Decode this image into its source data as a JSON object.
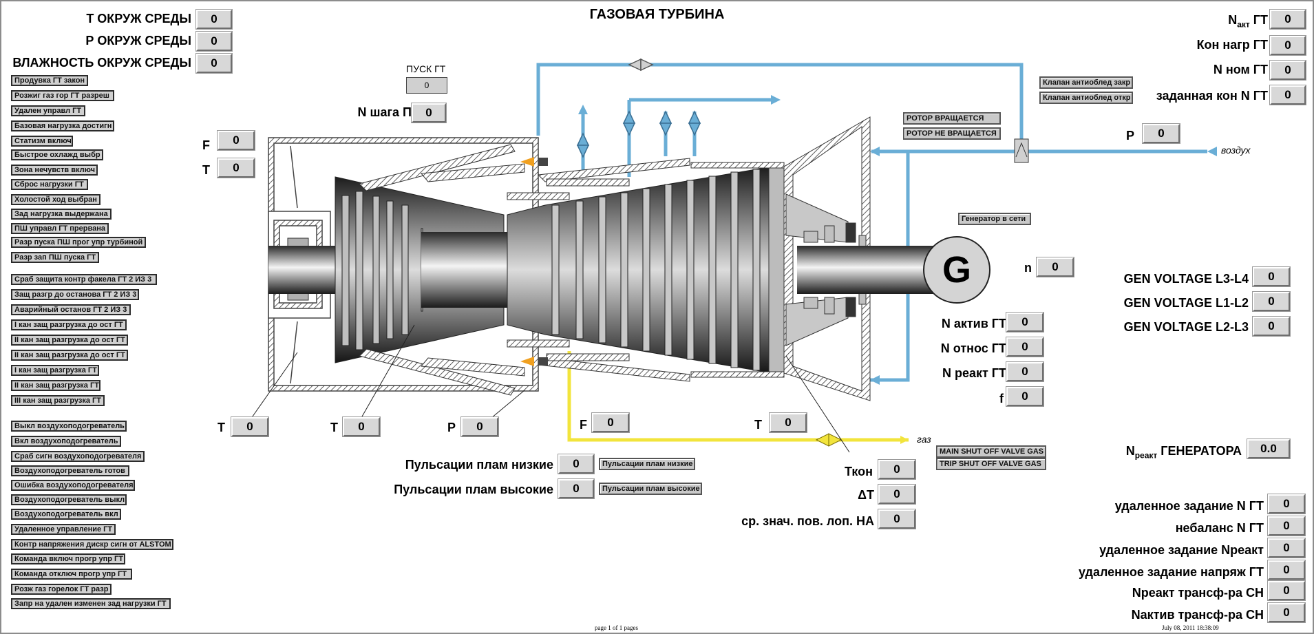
{
  "title": "ГАЗОВАЯ ТУРБИНА",
  "ambient": [
    {
      "label": "Т ОКРУЖ СРЕДЫ",
      "value": "0"
    },
    {
      "label": "Р ОКРУЖ СРЕДЫ",
      "value": "0"
    },
    {
      "label": "ВЛАЖНОСТЬ ОКРУЖ СРЕДЫ",
      "value": "0"
    }
  ],
  "status_group1": [
    "Продувка ГТ закон",
    "Розжиг газ гор  ГТ разреш",
    "Удален управл ГТ",
    "Базовая нагрузка достигн",
    "Статизм включ",
    "Быстрое охлажд выбр",
    "Зона нечувств включ",
    "Сброс нагрузки ГТ",
    "Холостой ход выбран",
    "Зад нагрузка выдержана",
    "ПШ управл ГТ прервана",
    "Разр пуска ПШ прог упр турбиной",
    "Разр зап ПШ пуска ГТ"
  ],
  "status_group2": [
    "Сраб защита контр факела ГТ 2 ИЗ 3",
    "Защ разгр до останова ГТ 2 ИЗ 3",
    "Аварийный останов ГТ 2 ИЗ 3",
    "I кан защ разгрузка до ост ГТ",
    "II кан защ разгрузка до ост ГТ",
    "II кан защ разгрузка до ост ГТ",
    "I кан защ разгрузка ГТ",
    "II кан защ разгрузка ГТ",
    "III кан защ разгрузка ГТ"
  ],
  "status_group3": [
    "Выкл воздухоподогреватель",
    "Вкл воздухоподогреватель",
    "Сраб сигн воздухоподогревателя",
    "Воздухоподогреватель готов",
    "Ошибка воздухоподогревателя",
    "Воздухоподогреватель выкл",
    "Воздухоподогреватель вкл",
    "Удаленное управление ГТ",
    "Контр напряжения дискр сигн от ALSTOM",
    "Команда включ прогр упр ГТ",
    "Команда  отключ прогр упр ГТ",
    "Розж газ горелок ГТ разр",
    "Запр на удален изменен зад нагрузки ГТ"
  ],
  "start": {
    "label": "ПУСК ГТ",
    "glyph": "0"
  },
  "compressor_step": {
    "label": "N шага ПШ",
    "value": "0"
  },
  "left_fields": [
    {
      "label": "F",
      "value": "0"
    },
    {
      "label": "T",
      "value": "0"
    }
  ],
  "bottom_fields": [
    {
      "label": "T",
      "value": "0"
    },
    {
      "label": "T",
      "value": "0"
    },
    {
      "label": "P",
      "value": "0"
    },
    {
      "label": "F",
      "value": "0"
    },
    {
      "label": "T",
      "value": "0"
    }
  ],
  "pulsations": [
    {
      "label": "Пульсации плам низкие",
      "value": "0",
      "indicator": "Пульсации плам низкие"
    },
    {
      "label": "Пульсации плам высокие",
      "value": "0",
      "indicator": "Пульсации плам высокие"
    }
  ],
  "rotor": [
    "РОТОР ВРАЩАЕТСЯ",
    "РОТОР НЕ ВРАЩАЕТСЯ"
  ],
  "antibleed": [
    "Клапан антиоблед закр",
    "Клапан антиоблед откр"
  ],
  "generator_net": "Генератор в сети",
  "generator_symbol": "G",
  "speed": {
    "label": "n",
    "value": "0"
  },
  "air_pressure": {
    "label": "P",
    "value": "0"
  },
  "air_label": "воздух",
  "gas_label": "газ",
  "gas_valves": [
    "MAIN SHUT OFF VALVE GAS",
    "TRIP SHUT OFF VALVE GAS"
  ],
  "power_top": [
    {
      "main": "N",
      "sub": "акт",
      "rest": " ГТ",
      "value": "0"
    },
    {
      "main": "Кон нагр ГТ",
      "value": "0"
    },
    {
      "main": "N ном ГТ",
      "value": "0"
    },
    {
      "main": "заданная кон N  ГТ",
      "value": "0"
    }
  ],
  "gen_voltage": [
    {
      "label": "GEN VOLTAGE L3-L4",
      "value": "0"
    },
    {
      "label": "GEN VOLTAGE L1-L2",
      "value": "0"
    },
    {
      "label": "GEN VOLTAGE L2-L3",
      "value": "0"
    }
  ],
  "power_mid": [
    {
      "label": "N актив ГТ",
      "value": "0"
    },
    {
      "label": "N относ ГТ",
      "value": "0"
    },
    {
      "label": "N реакт ГТ",
      "value": "0"
    },
    {
      "label": "f",
      "value": "0"
    }
  ],
  "tkon": [
    {
      "label": "Ткон",
      "value": "0"
    },
    {
      "label": "ΔТ",
      "value": "0"
    },
    {
      "label": "ср. знач. пов. лоп. НА",
      "value": "0"
    }
  ],
  "reactive_gen": {
    "main": "N",
    "sub": "реакт",
    "rest": " ГЕНЕРАТОРА",
    "value": "0.0"
  },
  "remote": [
    {
      "label": "удаленное задание N ГТ",
      "value": "0"
    },
    {
      "label": "небаланс N ГТ",
      "value": "0"
    },
    {
      "label": "удаленное задание Nреакт",
      "value": "0"
    },
    {
      "label": "удаленное задание напряж ГТ",
      "value": "0"
    },
    {
      "label": "Nреакт трансф-ра СН",
      "value": "0"
    },
    {
      "label": "Nактив трансф-ра СН",
      "value": "0"
    }
  ],
  "footer": {
    "page": "page 1 of 1 pages",
    "date": "July 08, 2011 18:38:09"
  },
  "colors": {
    "air_line": "#6aaed6",
    "gas_line": "#f2e43c",
    "panel": "#d8d8d8"
  }
}
